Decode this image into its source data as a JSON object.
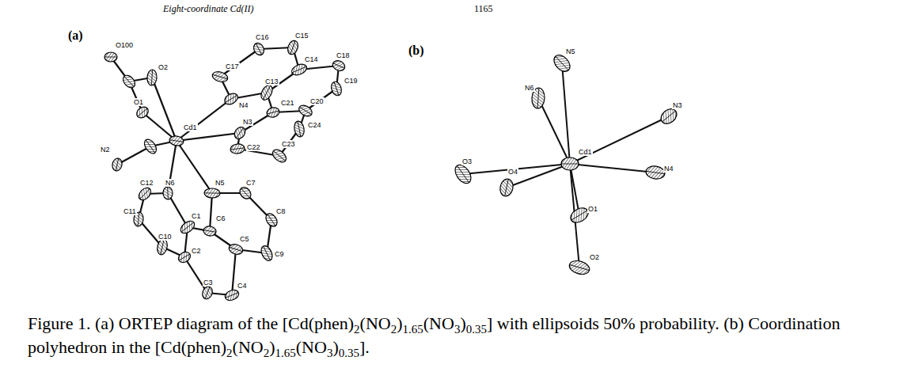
{
  "diagram": {
    "caption": "Figure 1. (a) ORTEP diagram of the [Cd(phen)2(NO2)1.65(NO3)0.35] with ellipsoids 50% probability. (b) Coordination polyhedron in the [Cd(phen)2(NO2)1.65(NO3)0.35].",
    "labels": [
      "Eight-coordinate Cd(II)",
      "1165",
      "(a)",
      "O100",
      "O2",
      "O1",
      "Cd1",
      "N2",
      "N4",
      "C17",
      "C16",
      "C15",
      "C14",
      "C18",
      "C19",
      "C13",
      "C21",
      "C20",
      "C24",
      "N3",
      "C22",
      "C23",
      "C12",
      "N6",
      "N5",
      "C7",
      "C11",
      "C1",
      "C6",
      "C8",
      "C10",
      "C2",
      "C5",
      "C9",
      "C3",
      "C4",
      "(b)",
      "N5",
      "N6",
      "N3",
      "Cd1",
      "N4",
      "O3",
      "O4",
      "O1",
      "O2"
    ]
  }
}
